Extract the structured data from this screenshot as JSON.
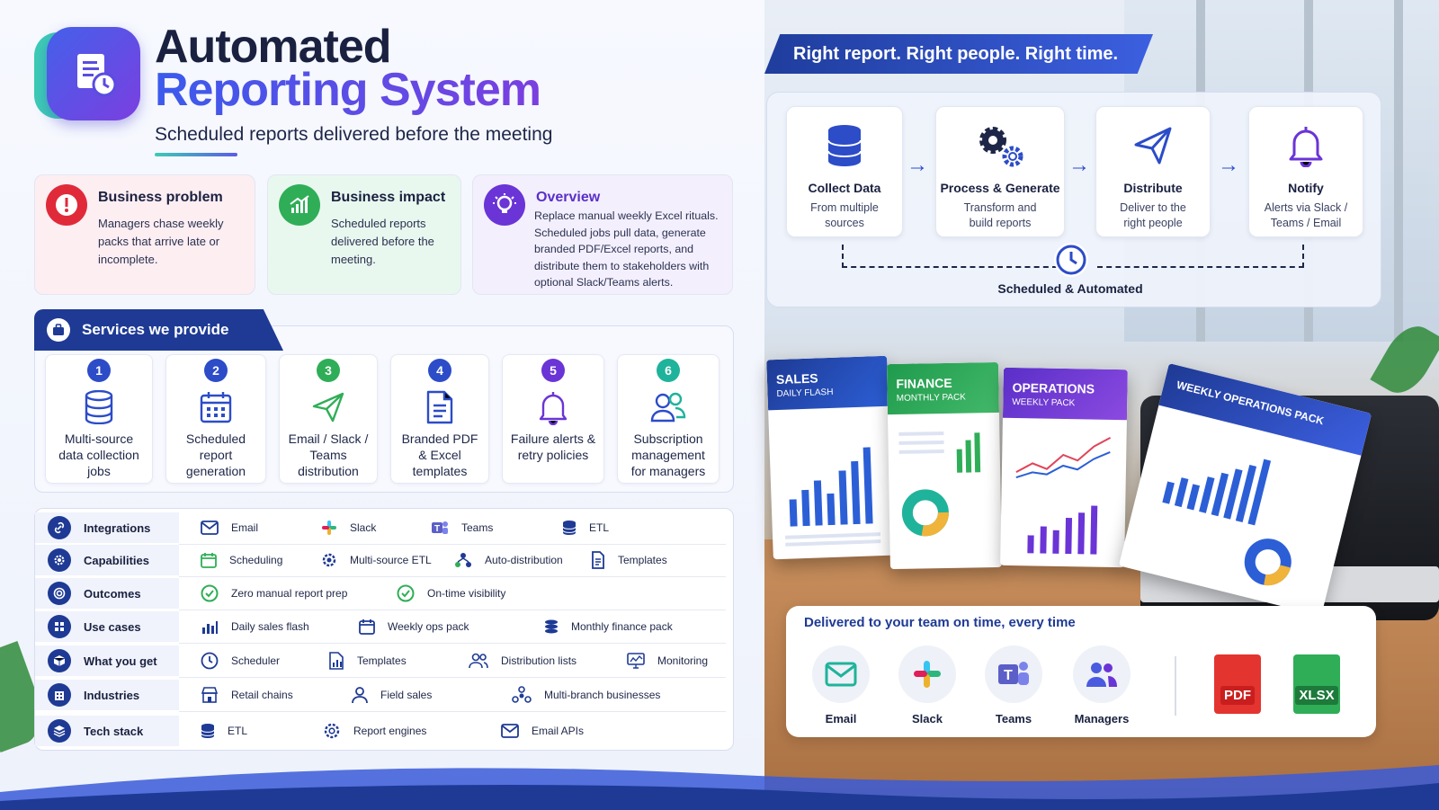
{
  "header": {
    "title_line1": "Automated",
    "title_line2": "Reporting System",
    "subtitle": "Scheduled reports delivered before the meeting"
  },
  "cards": [
    {
      "title": "Business problem",
      "body": "Managers chase weekly packs that arrive late or incomplete.",
      "icon": "alert-icon"
    },
    {
      "title": "Business impact",
      "body": "Scheduled reports delivered before the meeting.",
      "icon": "growth-chart-icon"
    },
    {
      "title": "Overview",
      "body": "Replace manual weekly Excel rituals. Scheduled jobs pull data, generate branded PDF/Excel reports, and distribute them to stakeholders with optional Slack/Teams alerts.",
      "icon": "lightbulb-icon"
    }
  ],
  "services": {
    "title": "Services we provide",
    "items": [
      {
        "num": "1",
        "label": "Multi-source data collection jobs",
        "icon": "database-icon"
      },
      {
        "num": "2",
        "label": "Scheduled report generation",
        "icon": "calendar-icon"
      },
      {
        "num": "3",
        "label": "Email / Slack / Teams distribution",
        "icon": "paper-plane-icon"
      },
      {
        "num": "4",
        "label": "Branded PDF & Excel templates",
        "icon": "document-icon"
      },
      {
        "num": "5",
        "label": "Failure alerts & retry policies",
        "icon": "bell-icon"
      },
      {
        "num": "6",
        "label": "Subscription management for managers",
        "icon": "users-icon"
      }
    ]
  },
  "table": [
    {
      "label": "Integrations",
      "cells": [
        "Email",
        "Slack",
        "Teams",
        "ETL"
      ]
    },
    {
      "label": "Capabilities",
      "cells": [
        "Scheduling",
        "Multi-source ETL",
        "Auto-distribution",
        "Templates"
      ]
    },
    {
      "label": "Outcomes",
      "cells": [
        "Zero manual report prep",
        "On-time visibility"
      ]
    },
    {
      "label": "Use cases",
      "cells": [
        "Daily sales flash",
        "Weekly ops pack",
        "Monthly finance pack"
      ]
    },
    {
      "label": "What you get",
      "cells": [
        "Scheduler",
        "Templates",
        "Distribution lists",
        "Monitoring"
      ]
    },
    {
      "label": "Industries",
      "cells": [
        "Retail chains",
        "Field sales",
        "Multi-branch businesses"
      ]
    },
    {
      "label": "Tech stack",
      "cells": [
        "ETL",
        "Report engines",
        "Email APIs"
      ]
    }
  ],
  "flow": {
    "tagline": "Right report. Right people. Right time.",
    "steps": [
      {
        "title": "Collect Data",
        "desc1": "From multiple",
        "desc2": "sources"
      },
      {
        "title": "Process & Generate",
        "desc1": "Transform and",
        "desc2": "build reports"
      },
      {
        "title": "Distribute",
        "desc1": "Deliver to the",
        "desc2": "right people"
      },
      {
        "title": "Notify",
        "desc1": "Alerts via Slack /",
        "desc2": "Teams / Email"
      }
    ],
    "footer": "Scheduled & Automated"
  },
  "reports": [
    {
      "title": "SALES",
      "sub": "DAILY FLASH"
    },
    {
      "title": "FINANCE",
      "sub": "MONTHLY PACK"
    },
    {
      "title": "OPERATIONS",
      "sub": "WEEKLY PACK"
    },
    {
      "title": "WEEKLY OPERATIONS PACK",
      "sub": ""
    }
  ],
  "delivered": {
    "title": "Delivered to your team on time, every time",
    "channels": [
      "Email",
      "Slack",
      "Teams",
      "Managers"
    ],
    "formats": [
      "PDF",
      "XLSX"
    ]
  },
  "colors": {
    "navy": "#1e3a94",
    "red": "#e02a3a",
    "green": "#2fae57",
    "purple": "#6a34d6",
    "blue": "#2c4cc8",
    "teal": "#1fb39b"
  }
}
